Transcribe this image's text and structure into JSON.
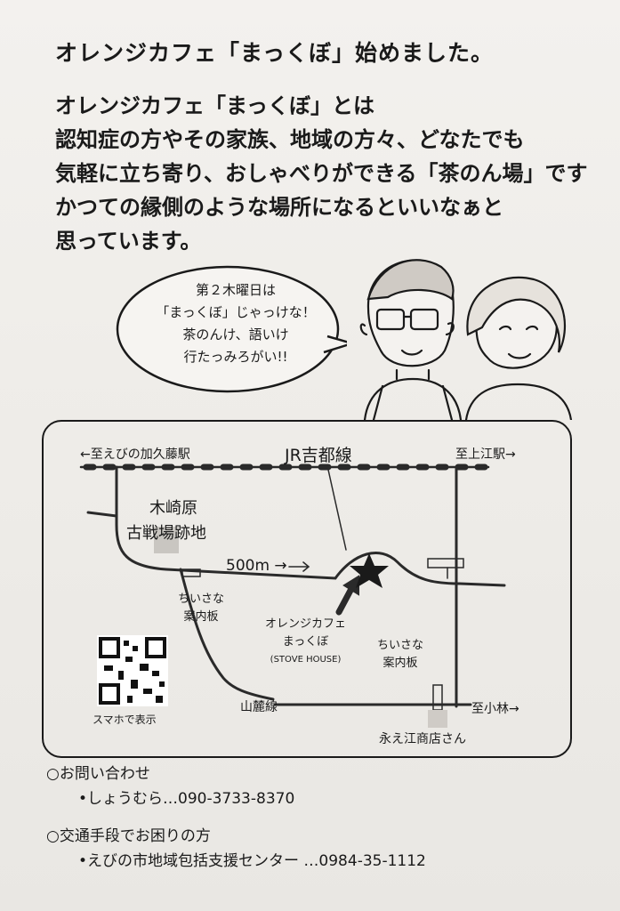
{
  "headline": "オレンジカフェ「まっくぼ」始めました。",
  "intro": {
    "lines": [
      "オレンジカフェ「まっくぼ」とは",
      "認知症の方やその家族、地域の方々、どなたでも",
      "気軽に立ち寄り、おしゃべりができる「茶のん場」です",
      "かつての縁側のような場所になるといいなぁと",
      "思っています。"
    ]
  },
  "bubble": {
    "lines": [
      "第２木曜日は",
      "「まっくぼ」じゃっけな！",
      "茶のんけ、語いけ",
      "行たっみろがい!!"
    ]
  },
  "map": {
    "to_west": "←至えびの加久藤駅",
    "rail_line": "JR吉都線",
    "to_east": "至上江駅→",
    "battlefield": [
      "木崎原",
      "古戦場跡地"
    ],
    "distance": "500m →",
    "guide_board_left": [
      "ちいさな",
      "案内板"
    ],
    "cafe_name": [
      "オレンジカフェ",
      "まっくぼ"
    ],
    "cafe_house": "(STOVE HOUSE)",
    "guide_board_right": [
      "ちいさな",
      "案内板"
    ],
    "road_name": "山麓線",
    "to_kobayashi": "至小林→",
    "shop": "永え江商店さん",
    "qr_caption": "スマホで表示"
  },
  "contact": {
    "inquiry_title": "○お問い合わせ",
    "inquiry_line": "•しょうむら…090-3733-8370",
    "transport_title": "○交通手段でお困りの方",
    "transport_line": "•えびの市地域包括支援センター …0984-35-1112"
  }
}
